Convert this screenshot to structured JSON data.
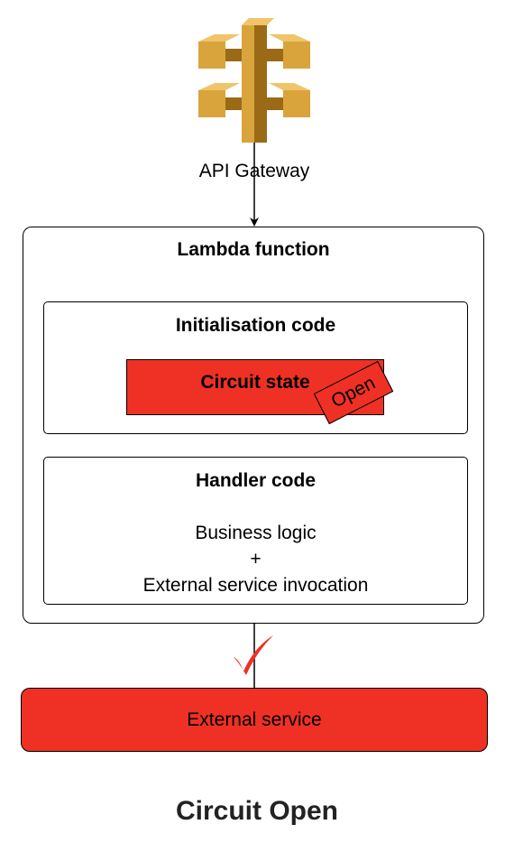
{
  "gateway": {
    "label": "API Gateway",
    "icon": "api-gateway-icon",
    "colors": {
      "light": "#d9a43b",
      "dark": "#9a6a17"
    }
  },
  "lambda": {
    "title": "Lambda function",
    "init": {
      "title": "Initialisation code",
      "circuit_state": "Circuit state",
      "tag": "Open"
    },
    "handler": {
      "title": "Handler code",
      "lines": [
        "Business logic",
        "+",
        "External service invocation"
      ]
    }
  },
  "call_status_icon": "checkmark-icon",
  "external": {
    "label": "External service"
  },
  "footer": {
    "title": "Circuit Open"
  },
  "colors": {
    "accent": "#ee3124",
    "check": "#ee3124",
    "border": "#000000"
  }
}
